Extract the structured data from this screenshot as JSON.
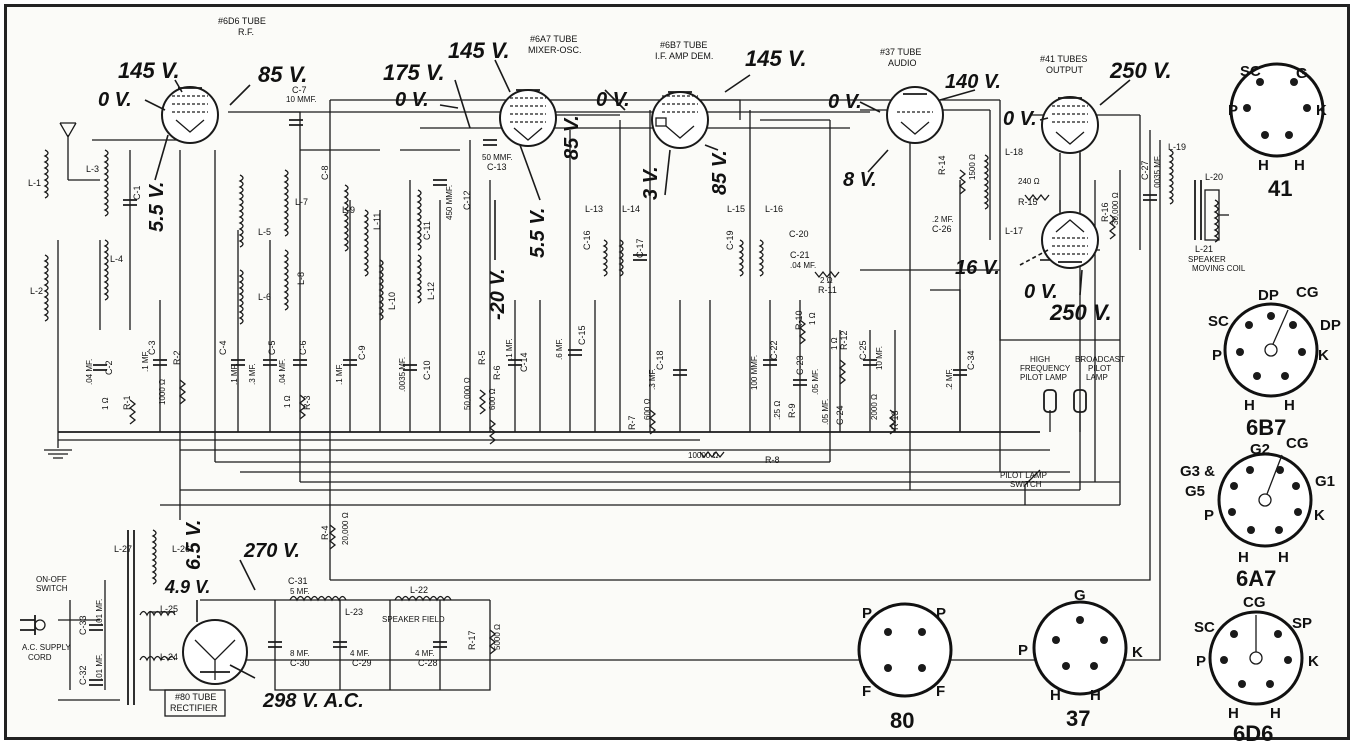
{
  "voltages": {
    "v_145_a": "145 V.",
    "v_85_a": "85 V.",
    "v_0_a": "0 V.",
    "v_5_5_a": "5.5 V.",
    "v_175": "175 V.",
    "v_145_b": "145 V.",
    "v_0_b": "0 V.",
    "v_neg20": "-20 V.",
    "v_5_5_b": "5.5 V.",
    "v_85_b": "85 V.",
    "v_0_c": "0 V.",
    "v_145_c": "145 V.",
    "v_3": "3 V.",
    "v_85_c": "85 V.",
    "v_0_d": "0 V.",
    "v_140": "140 V.",
    "v_8": "8 V.",
    "v_250_a": "250 V.",
    "v_0_e": "0 V.",
    "v_16": "16 V.",
    "v_0_f": "0 V.",
    "v_250_b": "250 V.",
    "v_6_5": "6.5 V.",
    "v_270": "270 V.",
    "v_4_9": "4.9 V.",
    "v_298ac": "298 V. A.C."
  },
  "tubes": {
    "t6d6": "#6D6 TUBE",
    "t6d6_sub": "R.F.",
    "t6a7": "#6A7 TUBE",
    "t6a7_sub": "MIXER-OSC.",
    "t6b7": "#6B7 TUBE",
    "t6b7_sub": "I.F. AMP DEM.",
    "t37": "#37 TUBE",
    "t37_sub": "AUDIO",
    "t41": "#41 TUBES",
    "t41_sub": "OUTPUT",
    "t80": "#80 TUBE",
    "t80_sub": "RECTIFIER"
  },
  "components": {
    "L1": "L-1",
    "L2": "L-2",
    "L3": "L-3",
    "L4": "L-4",
    "C1": "C-1",
    "C2": "C-2",
    "C2v": ".04 MF.",
    "R1": "R-1",
    "R1v": "1 Ω",
    "C3": "C-3",
    "C3v": ".1 MF.",
    "R2": "R-2",
    "R2v": "1000 Ω",
    "C7": "C-7",
    "C7v": "10 MMF.",
    "L5": "L-5",
    "L6": "L-6",
    "L7": "L-7",
    "L8": "L-8",
    "C8": "C-8",
    "C4": "C-4",
    "C4v": ".1 MF.",
    "C5": "C-5",
    "C5v": ".3 MF.",
    "C6": "C-6",
    "C6v": ".04 MF.",
    "R3": "R-3",
    "R3v": "1 Ω",
    "L9": "L-9",
    "C9": "C-9",
    "C9v": ".1 MF.",
    "L10": "L-10",
    "L11": "L-11",
    "L12": "L-12",
    "C11": "C-11",
    "C12": "C-12",
    "C12v": "450 MMF.",
    "C13": "C-13",
    "C13v": "50 MMF.",
    "C10": "C-10",
    "C10v": ".0035 MF.",
    "R5": "R-5",
    "R5v": "50,000 Ω",
    "R6": "R-6",
    "R6v": "600 Ω",
    "C14": "C-14",
    "C14v": ".1 MF.",
    "C15": "C-15",
    "C15v": ".6 MF.",
    "L13": "L-13",
    "L14": "L-14",
    "C16": "C-16",
    "C17": "C-17",
    "C18": "C-18",
    "C18v": ".3 MF.",
    "R7": "R-7",
    "R7v": "600 Ω",
    "L15": "L-15",
    "L16": "L-16",
    "C19": "C-19",
    "C20": "C-20",
    "C21": "C-21",
    "C21v": ".04 MF.",
    "R11": "R-11",
    "R11v": "2 Ω",
    "C22": "C-22",
    "C22v": "100 MMF.",
    "R9": "R-9",
    "R9v": ".25 Ω",
    "R10": "R-10",
    "R10v": "1 Ω",
    "C23": "C-23",
    "C23v": ".05 MF.",
    "R12": "R-12",
    "R12v": "1 Ω",
    "C24": "C-24",
    "C24v": ".05 MF.",
    "C25": "C-25",
    "C25v": "10 MF.",
    "R13": "R-13",
    "R13v": "2000 Ω",
    "R8": "R-8",
    "R8v": "10000 Ω",
    "R14": "R-14",
    "R14v": "1500 Ω",
    "L17": "L-17",
    "L18": "L-18",
    "C26": "C-26",
    "C26v": ".2 MF.",
    "R15": "R-15",
    "R15v": "240 Ω",
    "R16": "R-16",
    "R16v": "30,000 Ω",
    "C27": "C-27",
    "C27v": ".0035 MF.",
    "L19": "L-19",
    "L20": "L-20",
    "L21": "L-21",
    "speaker": "SPEAKER",
    "moving_coil": "MOVING COIL",
    "C34": "C-34",
    "C34v": ".2 MF.",
    "hf_pilot_1": "HIGH",
    "hf_pilot_2": "FREQUENCY",
    "hf_pilot_3": "PILOT LAMP",
    "bc_pilot_1": "BROADCAST",
    "bc_pilot_2": "PILOT",
    "bc_pilot_3": "LAMP",
    "pilot_sw_1": "PILOT LAMP",
    "pilot_sw_2": "SWITCH",
    "R4": "R-4",
    "R4v": "20,000 Ω",
    "L26": "L-26",
    "L27": "L-27",
    "onoff_1": "ON-OFF",
    "onoff_2": "SWITCH",
    "C33": "C-33",
    "C33v": ".01 MF.",
    "C32": "C-32",
    "C32v": ".01 MF.",
    "acsupply_1": "A.C. SUPPLY",
    "acsupply_2": "CORD",
    "L25": "L-25",
    "L24": "L-24",
    "C31": "C-31",
    "C31v": "5 MF.",
    "L23": "L-23",
    "L22": "L-22",
    "field": "SPEAKER FIELD",
    "C30": "C-30",
    "C30v": "8 MF.",
    "C29": "C-29",
    "C29v": "4 MF.",
    "C28": "C-28",
    "C28v": "4 MF.",
    "R17": "R-17",
    "R17v": "5000 Ω"
  },
  "bases": {
    "b41": {
      "name": "41",
      "pins": [
        "SC",
        "G",
        "P",
        "K",
        "H",
        "H"
      ]
    },
    "b6b7": {
      "name": "6B7",
      "pins": [
        "SC",
        "DP",
        "CG",
        "DP",
        "P",
        "K",
        "H",
        "H"
      ]
    },
    "b6a7": {
      "name": "6A7",
      "pins": [
        "G3 &",
        "G5",
        "G2",
        "CG",
        "G1",
        "P",
        "K",
        "H",
        "H"
      ]
    },
    "b6d6": {
      "name": "6D6",
      "pins": [
        "SC",
        "CG",
        "SP",
        "P",
        "K",
        "H",
        "H"
      ]
    },
    "b80": {
      "name": "80",
      "pins": [
        "P",
        "P",
        "F",
        "F"
      ]
    },
    "b37": {
      "name": "37",
      "pins": [
        "G",
        "P",
        "K",
        "H",
        "H"
      ]
    }
  }
}
